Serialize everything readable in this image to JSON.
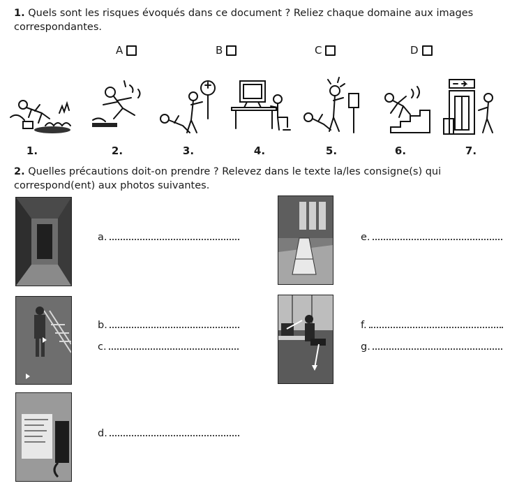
{
  "q1": {
    "num": "1.",
    "text": "Quels sont les risques évoqués dans ce document ? Reliez chaque domaine aux images correspondantes."
  },
  "choices": [
    "A",
    "B",
    "C",
    "D"
  ],
  "illustrations": [
    {
      "label": "1.",
      "icon": "slip-fall-icon"
    },
    {
      "label": "2.",
      "icon": "wet-floor-fall-icon"
    },
    {
      "label": "3.",
      "icon": "first-aid-injury-icon"
    },
    {
      "label": "4.",
      "icon": "computer-workstation-icon"
    },
    {
      "label": "5.",
      "icon": "electric-shock-icon"
    },
    {
      "label": "6.",
      "icon": "stairs-fall-icon"
    },
    {
      "label": "7.",
      "icon": "fire-exit-icon"
    }
  ],
  "q2": {
    "num": "2.",
    "text": "Quelles précautions doit-on prendre ? Relevez dans le texte la/les consigne(s) qui correspond(ent) aux photos suivantes."
  },
  "answers": [
    "a.",
    "b.",
    "c.",
    "d.",
    "e.",
    "f.",
    "g."
  ],
  "photos": [
    "corridor-photo",
    "stairs-photo",
    "wall-phone-photo",
    "wet-floor-sign-photo",
    "office-desk-photo"
  ]
}
